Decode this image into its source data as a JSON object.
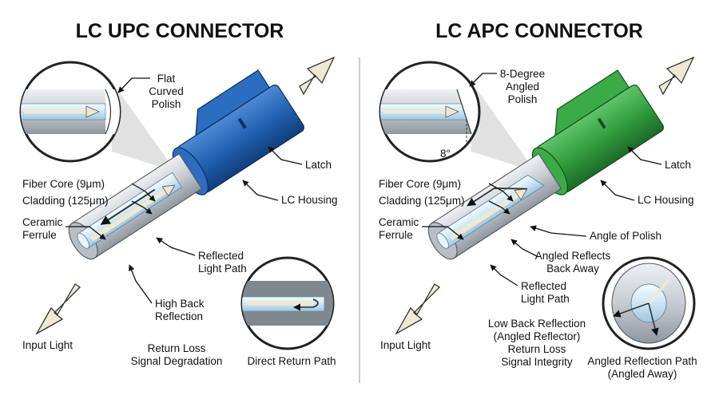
{
  "colors": {
    "upc_housing": "#1f5fae",
    "upc_housing_dark": "#123e7a",
    "apc_housing": "#2f9a3c",
    "apc_housing_dark": "#1c6a27",
    "ferrule": "#c9d0d6",
    "core": "#d6ecf8",
    "arrow_fill": "#efe9d4",
    "ink": "#111111"
  },
  "upc": {
    "title": "LC UPC CONNECTOR",
    "zoom_polish_label": [
      "Flat",
      "Curved",
      "Polish"
    ],
    "latch": "Latch",
    "lc_housing": "LC Housing",
    "fiber_core": "Fiber Core (9μm)",
    "cladding": "Cladding (125μm)",
    "ceramic_ferrule": [
      "Ceramic",
      "Ferrule"
    ],
    "reflected_light_path": [
      "Reflected",
      "Light Path"
    ],
    "high_back_reflection": [
      "High Back",
      "Reflection"
    ],
    "input_light": "Input Light",
    "return_loss": [
      "Return Loss",
      "Signal Degradation"
    ],
    "direct_return_path": "Direct Return Path"
  },
  "apc": {
    "title": "LC APC CONNECTOR",
    "zoom_polish_label": [
      "8-Degree",
      "Angled",
      "Polish"
    ],
    "angle_mark": "8°",
    "latch": "Latch",
    "lc_housing": "LC Housing",
    "fiber_core": "Fiber Core (9μm)",
    "cladding": "Cladding (125μm)",
    "ceramic_ferrule": [
      "Ceramic",
      "Ferrule"
    ],
    "angle_of_polish": "Angle of Polish",
    "angled_reflects": [
      "Angled Reflects",
      "Back Away"
    ],
    "reflected_light_path": [
      "Reflected",
      "Light Path"
    ],
    "low_back_reflection": [
      "Low Back Reflection",
      "(Angled Reflector)",
      "Return Loss",
      "Signal Integrity"
    ],
    "input_light": "Input Light",
    "angled_reflection_path": [
      "Angled Reflection Path",
      "(Angled Away)"
    ]
  }
}
